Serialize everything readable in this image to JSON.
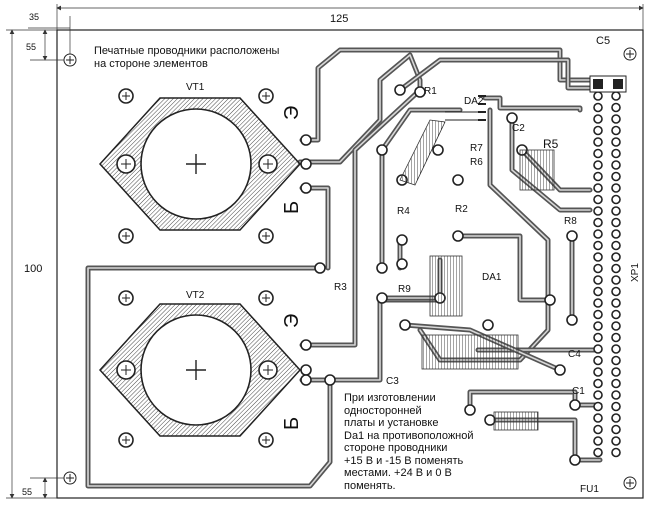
{
  "dimensions": {
    "width_total": "125",
    "height_total": "100",
    "offset_top_left": "35",
    "offset_left_top": "55",
    "offset_left_bottom": "55"
  },
  "notes": {
    "top_lines": [
      "Печатные проводники расположены",
      "на стороне элементов"
    ],
    "bottom_lines": [
      "При изготовлении",
      "односторонней",
      "платы и установке",
      "Da1 на противоположной",
      "стороне проводники",
      "+15 В и -15 В поменять",
      "местами. +24 В и 0 В",
      "поменять."
    ]
  },
  "components": {
    "vt1": "VT1",
    "vt2": "VT2",
    "r1": "R1",
    "r2": "R2",
    "r3": "R3",
    "r4": "R4",
    "r5": "R5",
    "r6": "R6",
    "r7": "R7",
    "r8": "R8",
    "r9": "R9",
    "da1": "DA1",
    "da2": "DA2",
    "c1": "C1",
    "c2": "C2",
    "c3": "C3",
    "c4": "C4",
    "c5": "C5",
    "xp1": "XP1",
    "fu1": "FU1"
  },
  "pins": {
    "emitter_top": "Э",
    "base_top": "Б",
    "emitter_bottom": "Э",
    "base_bottom": "Б"
  }
}
